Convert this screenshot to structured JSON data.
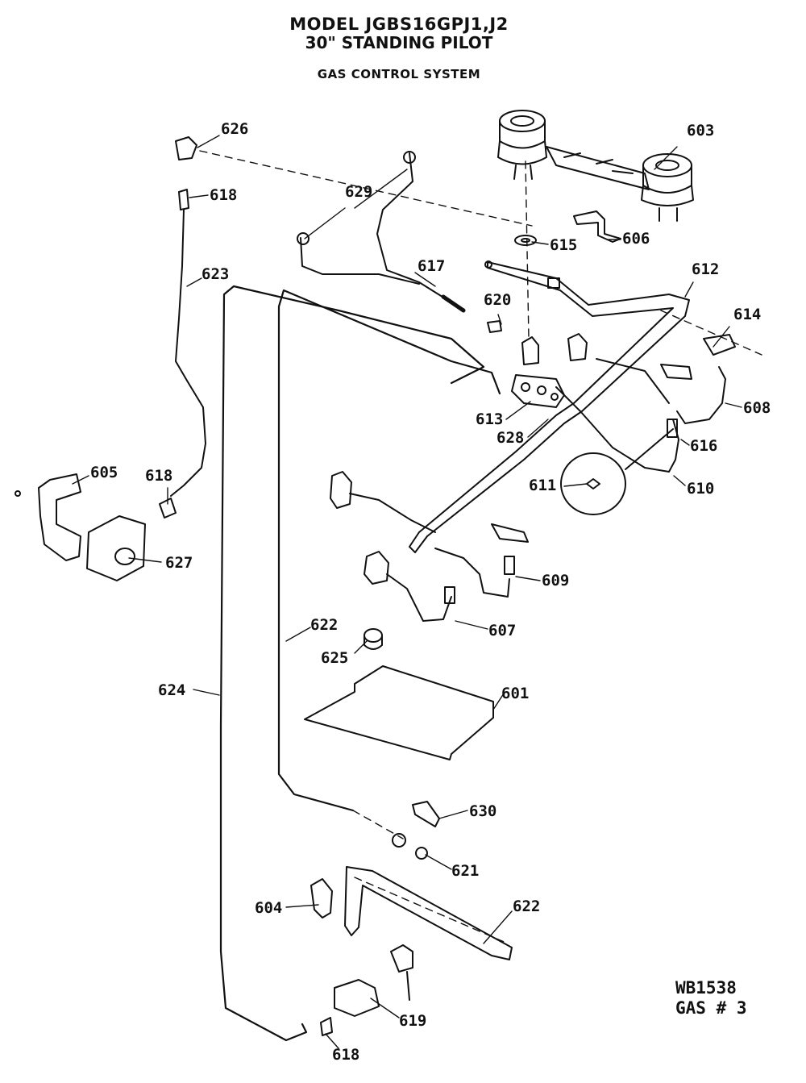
{
  "header": {
    "model": "MODEL JGBS16GPJ1,J2",
    "subtitle": "30\" STANDING PILOT",
    "section": "GAS CONTROL SYSTEM"
  },
  "parts": {
    "p601": "601",
    "p603": "603",
    "p604": "604",
    "p605": "605",
    "p606": "606",
    "p607": "607",
    "p608": "608",
    "p609": "609",
    "p610": "610",
    "p611": "611",
    "p612": "612",
    "p613": "613",
    "p614": "614",
    "p615": "615",
    "p616": "616",
    "p617": "617",
    "p618a": "618",
    "p618b": "618",
    "p618c": "618",
    "p619": "619",
    "p620": "620",
    "p621": "621",
    "p622a": "622",
    "p622b": "622",
    "p623": "623",
    "p624": "624",
    "p625": "625",
    "p626": "626",
    "p627": "627",
    "p628": "628",
    "p629": "629",
    "p630": "630"
  },
  "footer": {
    "drawing_code": "WB1538",
    "gas_code": "GAS # 3"
  }
}
